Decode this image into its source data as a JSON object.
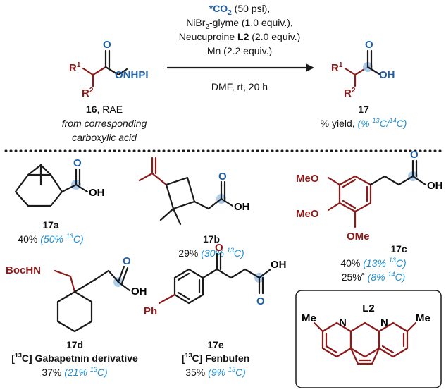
{
  "reaction": {
    "conditions": {
      "line1_a": "*CO",
      "line1_sub": "2",
      "line1_b": " (50 psi),",
      "line2_a": "NiBr",
      "line2_sub": "2",
      "line2_b": "-glyme (1.0 equiv.),",
      "line3_a": "Neucuproine ",
      "line3_b": "L2",
      "line3_c": " (2.0 equiv.)",
      "line4": "Mn (2.2 equiv.)",
      "line5": "DMF, rt, 20 h"
    },
    "reactant": {
      "r1": "R",
      "r1_sup": "1",
      "r2": "R",
      "r2_sup": "2",
      "o_top": "O",
      "group": "ONHPI",
      "num": "16",
      "name": ", RAE",
      "note1": "from corresponding",
      "note2": "carboxylic acid"
    },
    "product": {
      "r1": "R",
      "r1_sup": "1",
      "r2": "R",
      "r2_sup": "2",
      "o_top": "O",
      "oh": "OH",
      "num": "17",
      "yield_a": "% yield, ",
      "yield_b": "(% ",
      "yield_sup1": "13",
      "yield_c": "C/",
      "yield_sup2": "14",
      "yield_d": "C)"
    }
  },
  "examples": {
    "e17a": {
      "label": "17a",
      "o": "O",
      "oh": "OH",
      "y": "40% ",
      "pct": "(50% ",
      "sup": "13",
      "iso": "C)"
    },
    "e17b": {
      "label": "17b",
      "o": "O",
      "oh": "OH",
      "y": "29% ",
      "pct": "(30% ",
      "sup": "13",
      "iso": "C)"
    },
    "e17c": {
      "label": "17c",
      "o": "O",
      "oh": "OH",
      "meo1": "MeO",
      "meo2": "MeO",
      "ome": "OMe",
      "y1": "40%",
      "pct1": "(13% ",
      "sup1": "13",
      "iso1": "C)",
      "y2": "25%",
      "y2sup": "a",
      "pct2": "(8% ",
      "sup2": "14",
      "iso2": "C)"
    },
    "e17d": {
      "label": "17d",
      "o": "O",
      "oh": "OH",
      "boc": "BocHN",
      "name_a": "[",
      "name_sup": "13",
      "name_b": "C] Gabapetnin derivative",
      "y": "37% ",
      "pct": "(21% ",
      "sup": "13",
      "iso": "C)"
    },
    "e17e": {
      "label": "17e",
      "o1": "O",
      "o2": "O",
      "oh": "OH",
      "ph": "Ph",
      "name_a": "[",
      "name_sup": "13",
      "name_b": "C] Fenbufen",
      "y": "35% ",
      "pct": "(9% ",
      "sup": "13",
      "iso": "C)"
    }
  },
  "ligand": {
    "title": "L2",
    "me1": "Me",
    "me2": "Me",
    "n1": "N",
    "n2": "N"
  }
}
